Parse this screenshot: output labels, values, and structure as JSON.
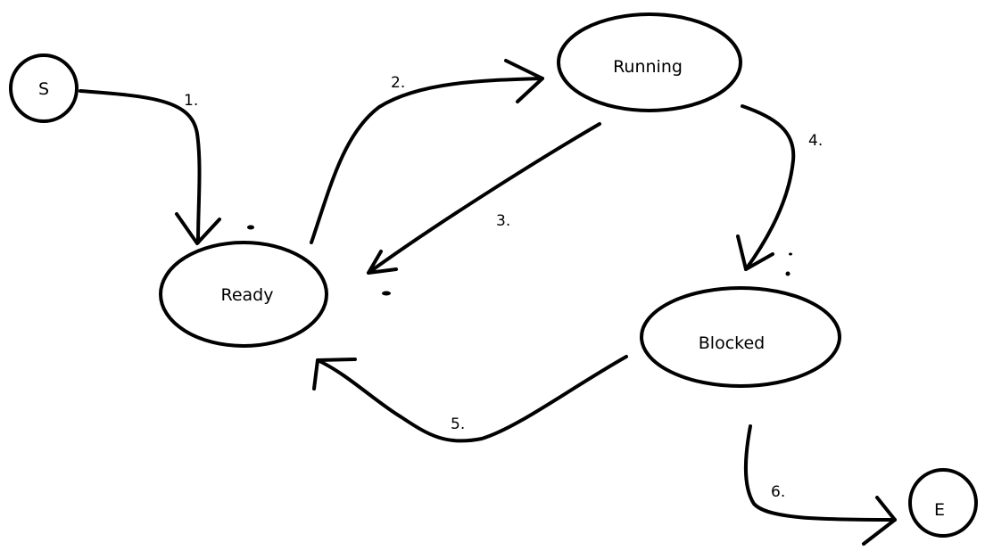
{
  "diagram": {
    "nodes": {
      "start": {
        "label": "S"
      },
      "ready": {
        "label": "Ready"
      },
      "running": {
        "label": "Running"
      },
      "blocked": {
        "label": "Blocked"
      },
      "end": {
        "label": "E"
      }
    },
    "edges": [
      {
        "id": "e1",
        "from": "start",
        "to": "ready",
        "label": "1."
      },
      {
        "id": "e2",
        "from": "ready",
        "to": "running",
        "label": "2."
      },
      {
        "id": "e3",
        "from": "running",
        "to": "ready",
        "label": "3."
      },
      {
        "id": "e4",
        "from": "running",
        "to": "blocked",
        "label": "4."
      },
      {
        "id": "e5",
        "from": "blocked",
        "to": "ready",
        "label": "5."
      },
      {
        "id": "e6",
        "from": "blocked",
        "to": "end",
        "label": "6."
      }
    ],
    "colors": {
      "stroke": "#000000",
      "background": "#ffffff"
    }
  }
}
